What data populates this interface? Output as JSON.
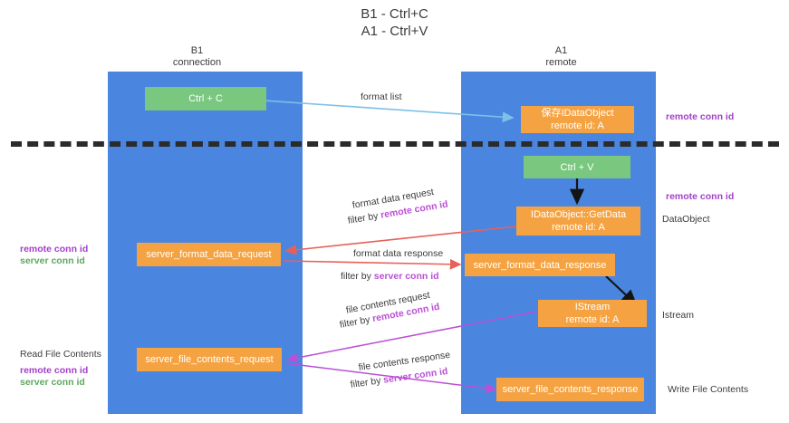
{
  "title": "B1 - Ctrl+C\nA1 - Ctrl+V",
  "columns": {
    "left": {
      "name": "B1",
      "sub": "connection",
      "label": "B1\nconnection"
    },
    "right": {
      "name": "A1",
      "sub": "remote",
      "label": "A1\nremote"
    }
  },
  "nodes": {
    "ctrl_c": "Ctrl + C",
    "ctrl_v": "Ctrl + V",
    "save_idataobject": "保存IDataObject\nremote id: A",
    "idataobject_getdata": "IDataObject::GetData\nremote id: A",
    "istream": "IStream\nremote id: A",
    "server_format_data_request": "server_format_data_request",
    "server_format_data_response": "server_format_data_response",
    "server_file_contents_request": "server_file_contents_request",
    "server_file_contents_response": "server_file_contents_response"
  },
  "edge_labels": {
    "format_list": "format list",
    "format_data_request": "format data request",
    "format_data_request_filter_prefix": "filter by ",
    "format_data_request_filter_key": "remote conn id",
    "format_data_response": "format data response",
    "format_data_response_filter_prefix": "filter by ",
    "format_data_response_filter_key": "server conn id",
    "file_contents_request": "file contents request",
    "file_contents_request_filter_prefix": "filter by ",
    "file_contents_request_filter_key": "remote conn id",
    "file_contents_response": "file contents response",
    "file_contents_response_filter_prefix": "filter by ",
    "file_contents_response_filter_key": "server conn id"
  },
  "annotations": {
    "right_remote_conn_id_top": "remote conn id",
    "right_remote_conn_id_mid": "remote conn id",
    "right_dataobject": "DataObject",
    "right_istream": "Istream",
    "right_write_file_contents": "Write File Contents",
    "left_remote_conn_id_1": "remote conn id",
    "left_server_conn_id_1": "server conn id",
    "left_read_file_contents": "Read File Contents",
    "left_remote_conn_id_2": "remote conn id",
    "left_server_conn_id_2": "server conn id"
  },
  "colors": {
    "lane": "#4a86e0",
    "orange": "#f5a342",
    "green": "#7ac77f",
    "purple": "#a33fc9",
    "magenta": "#bb4fd6",
    "red_arrow": "#e8605a",
    "blue_arrow": "#7fc0e8",
    "black_arrow": "#1a1a1a",
    "dash": "#2b2b2b",
    "text": "#3c3c3c",
    "green_text": "#5fa85f"
  }
}
